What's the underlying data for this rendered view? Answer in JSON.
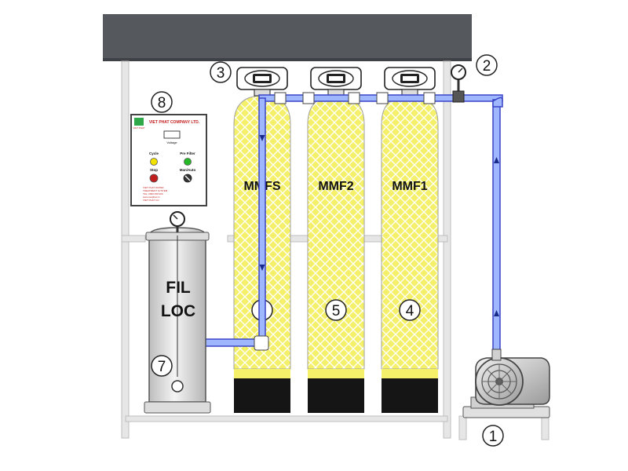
{
  "colors": {
    "background": "#ffffff",
    "canopy": "#55585c",
    "frame": "#cfcfcf",
    "tank_fill": "#f4f06a",
    "tank_mesh": "#ffffff",
    "tank_base": "#151515",
    "pipe": "#3a44c8",
    "pipe_glow": "#9fb7ff",
    "filter_body": "#e8e8e8",
    "panel_border": "#444444",
    "lamp_yellow": "#f2e300",
    "lamp_green": "#25b827",
    "lamp_red": "#c21d1d"
  },
  "tanks": [
    {
      "label": "MMFS",
      "number": "6"
    },
    {
      "label": "MMF2",
      "number": "5"
    },
    {
      "label": "MMF1",
      "number": "4"
    }
  ],
  "controller_number": "3",
  "gauge_number": "2",
  "pump_number": "1",
  "cartridge_filter": {
    "line1": "FIL",
    "line2": "LOC",
    "number": "7"
  },
  "control_panel": {
    "number": "8",
    "company": "VIET PHAT COMPANY LTD.",
    "logo_text": "VIET PHAT",
    "labels": {
      "voltage": "Voltage",
      "cycle": "Cycle",
      "pre_filter": "Pre Filter",
      "stop": "Stop",
      "man_auto": "Man/Auto"
    },
    "footer_lines": [
      "VIET PHAT WATER",
      "TREATMENT SYSTEM",
      "TEL: 0900 000 000",
      "www.vietphat.vn",
      "VIET PHAT CO."
    ]
  },
  "icons": [
    "pressure-gauge-icon",
    "pump-motor-icon",
    "control-valve-icon",
    "flow-arrow-icon"
  ]
}
